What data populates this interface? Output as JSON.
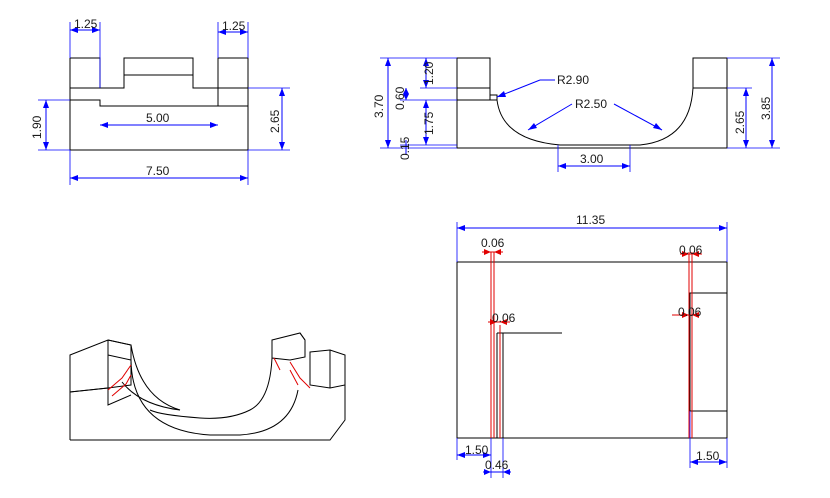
{
  "colors": {
    "object": "#000000",
    "dimension": "#0000ff",
    "highlight": "#e00000",
    "background": "#ffffff"
  },
  "front_view": {
    "dim_top_left": "1.25",
    "dim_top_right": "1.25",
    "dim_slot": "5.00",
    "dim_width": "7.50",
    "dim_left_height": "1.90",
    "dim_right_height": "2.65"
  },
  "side_view": {
    "dim_total_left": "3.70",
    "dim_top": "1.20",
    "dim_step": "0.60",
    "dim_mid": "1.75",
    "dim_bottom": "0.15",
    "dim_radius_outer": "R2.90",
    "dim_radius_inner": "R2.50",
    "dim_flat": "3.00",
    "dim_right_inner": "2.65",
    "dim_right_total": "3.85"
  },
  "top_view": {
    "dim_length": "11.35",
    "dim_thin_left": "0.06",
    "dim_thin_right": "0.06",
    "dim_thin_mid_left": "0.06",
    "dim_thin_mid_right": "0.06",
    "dim_bottom_left": "1.50",
    "dim_bottom_gap": "0.46",
    "dim_bottom_right": "1.50"
  }
}
